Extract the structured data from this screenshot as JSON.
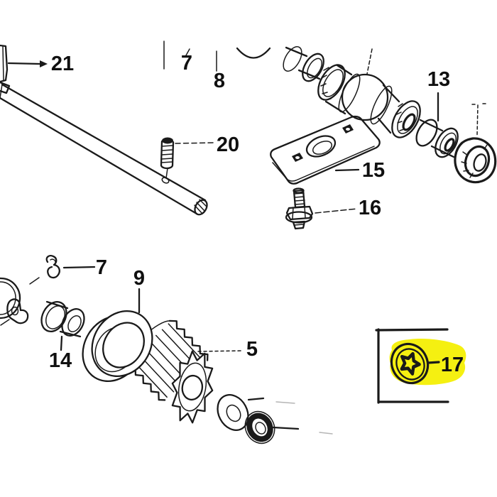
{
  "diagram": {
    "kind": "exploded-parts-diagram",
    "style": {
      "background": "#ffffff",
      "line_color": "#1a1a1a"
    },
    "highlight": {
      "part_number": "17",
      "color": "#f5f011"
    },
    "part_labels": {
      "l21": "21",
      "l7_top": "7",
      "l8": "8",
      "l13": "13",
      "l20": "20",
      "l15": "15",
      "l16": "16",
      "l7": "7",
      "l9": "9",
      "l14": "14",
      "l5": "5",
      "l17": "17"
    }
  }
}
